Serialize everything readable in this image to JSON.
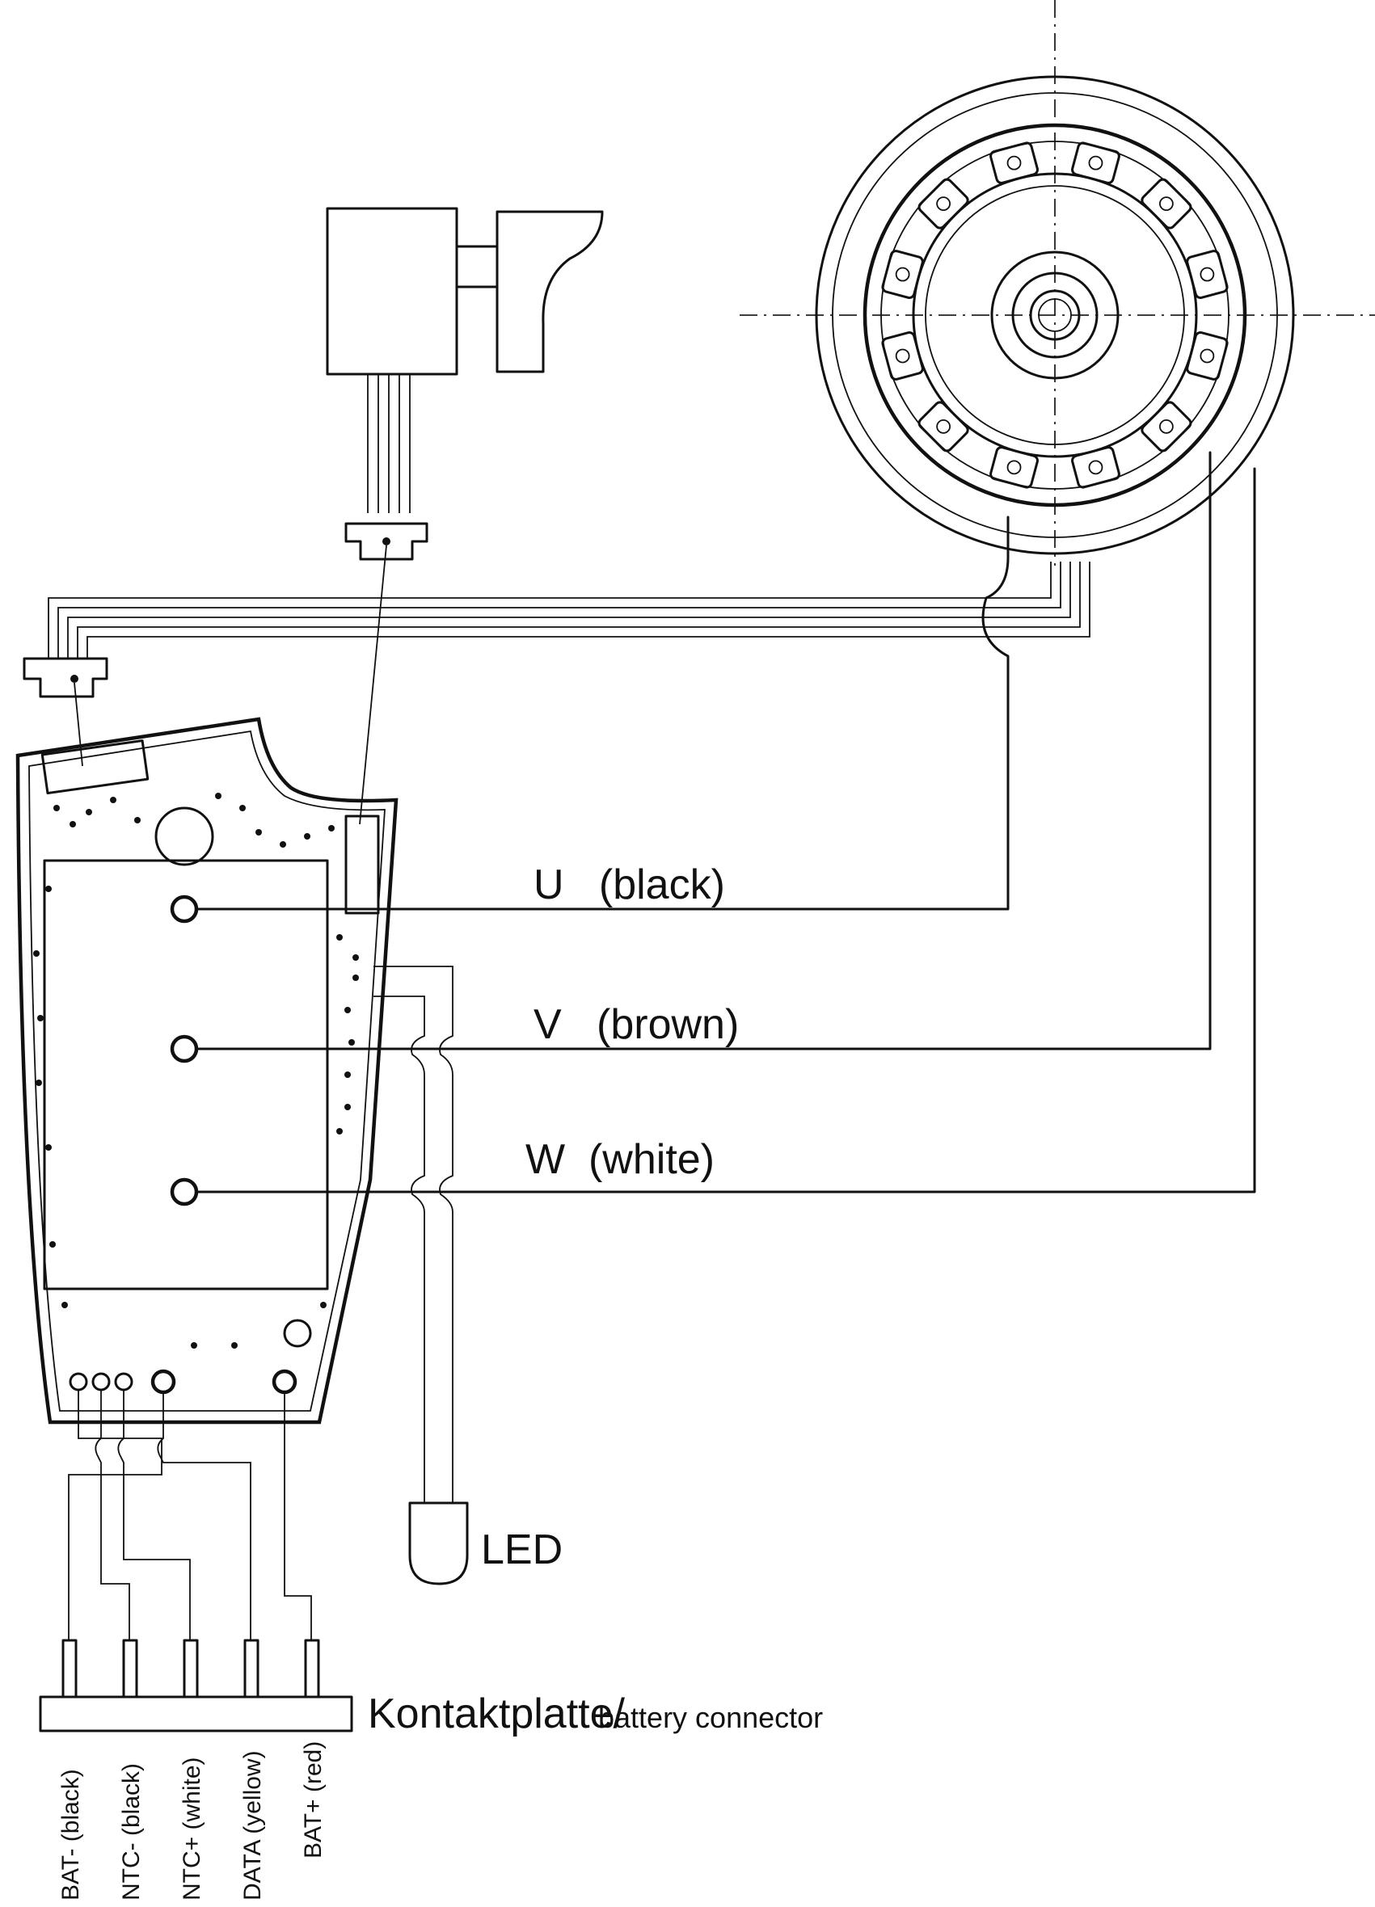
{
  "labels": {
    "u_phase": "U   (black)",
    "v_phase": "V   (brown)",
    "w_phase": "W  (white)",
    "led": "LED",
    "connector_main": "Kontaktplatte/",
    "connector_sub": "battery connector"
  },
  "pins": [
    "BAT- (black)",
    "NTC- (black)",
    "NTC+ (white)",
    "DATA (yellow)",
    "BAT+ (red)"
  ]
}
